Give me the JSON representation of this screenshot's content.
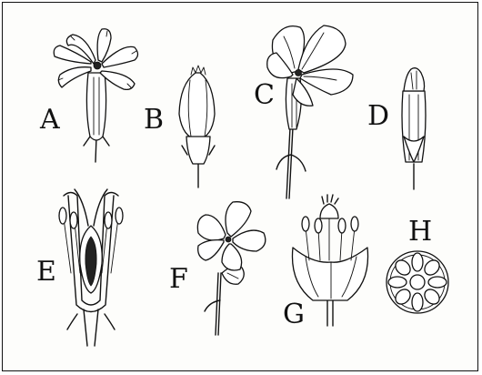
{
  "figure": {
    "labels": [
      {
        "id": "A",
        "text": "A"
      },
      {
        "id": "B",
        "text": "B"
      },
      {
        "id": "C",
        "text": "C"
      },
      {
        "id": "D",
        "text": "D"
      },
      {
        "id": "E",
        "text": "E"
      },
      {
        "id": "F",
        "text": "F"
      },
      {
        "id": "G",
        "text": "G"
      },
      {
        "id": "H",
        "text": "H"
      }
    ]
  }
}
